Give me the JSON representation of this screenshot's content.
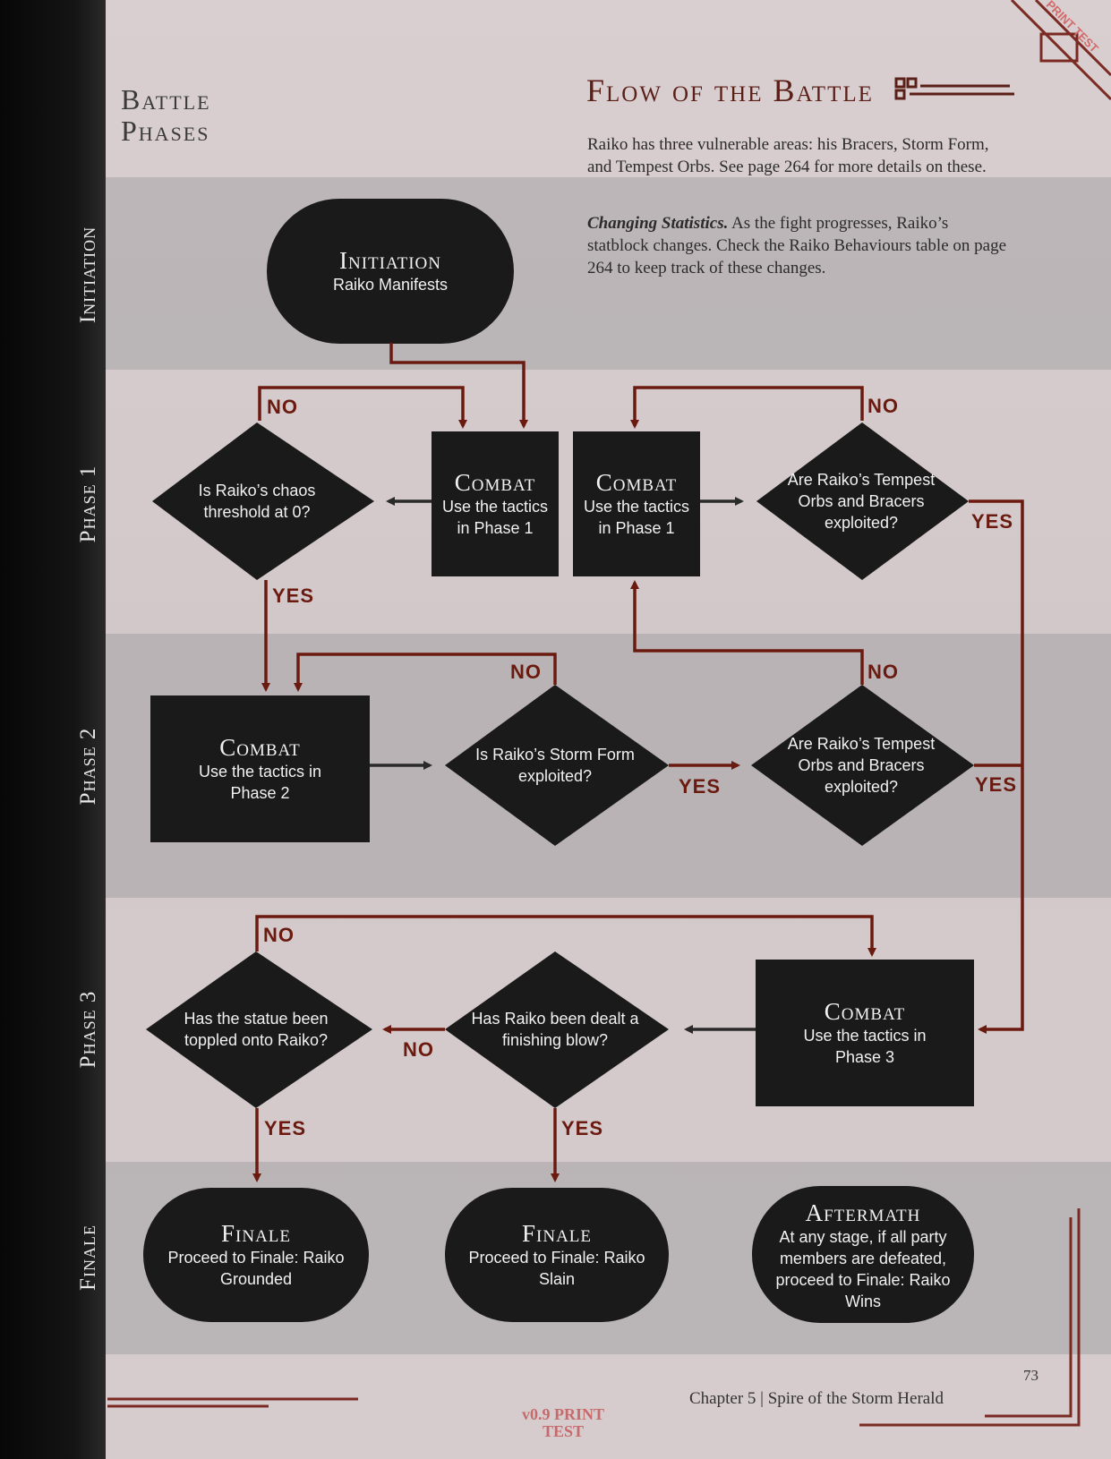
{
  "sidebar": {
    "phases": [
      "Initiation",
      "Phase 1",
      "Phase 2",
      "Phase 3",
      "Finale"
    ]
  },
  "header": {
    "section_title_line1": "Battle",
    "section_title_line2": "Phases",
    "main_title": "Flow of the Battle",
    "intro": "Raiko has three vulnerable areas: his Bracers, Storm Form, and Tempest Orbs. See page 264 for more details on these.",
    "stats_label": "Changing Statistics.",
    "stats_text": " As the fight progresses, Raiko’s statblock changes. Check the Raiko Behaviours table on page 264 to keep track of these changes."
  },
  "nodes": {
    "initiation": {
      "title": "Initiation",
      "body": "Raiko Manifests"
    },
    "combat_p1a": {
      "title": "Combat",
      "body": "Use the tactics in Phase 1"
    },
    "combat_p1b": {
      "title": "Combat",
      "body": "Use the tactics in Phase 1"
    },
    "q_chaos": {
      "body": "Is Raiko’s chaos threshold at 0?"
    },
    "q_orbs1": {
      "body": "Are Raiko’s Tempest Orbs and Bracers exploited?"
    },
    "combat_p2": {
      "title": "Combat",
      "body": "Use the tactics in Phase 2"
    },
    "q_storm": {
      "body": "Is Raiko’s Storm Form exploited?"
    },
    "q_orbs2": {
      "body": "Are Raiko’s Tempest Orbs and Bracers exploited?"
    },
    "combat_p3": {
      "title": "Combat",
      "body": "Use the tactics in Phase 3"
    },
    "q_finishing": {
      "body": "Has Raiko been dealt a finishing blow?"
    },
    "q_statue": {
      "body": "Has the statue been toppled onto Raiko?"
    },
    "finale_grounded": {
      "title": "Finale",
      "body": "Proceed to Finale: Raiko Grounded"
    },
    "finale_slain": {
      "title": "Finale",
      "body": "Proceed to Finale: Raiko Slain"
    },
    "aftermath": {
      "title": "Aftermath",
      "body": "At any stage, if all party members are defeated, proceed to Finale: Raiko Wins"
    }
  },
  "labels": {
    "yes": "YES",
    "no": "NO"
  },
  "footer": {
    "page_number": "73",
    "chapter": "Chapter 5 | Spire of the Storm Herald",
    "print_test": "v0.9 PRINT TEST",
    "corner_stamp": "PRINT TEST"
  },
  "colors": {
    "arrow": "#6b1a10",
    "node_fill": "#1a1a1a",
    "band": "#9a9a9c"
  }
}
